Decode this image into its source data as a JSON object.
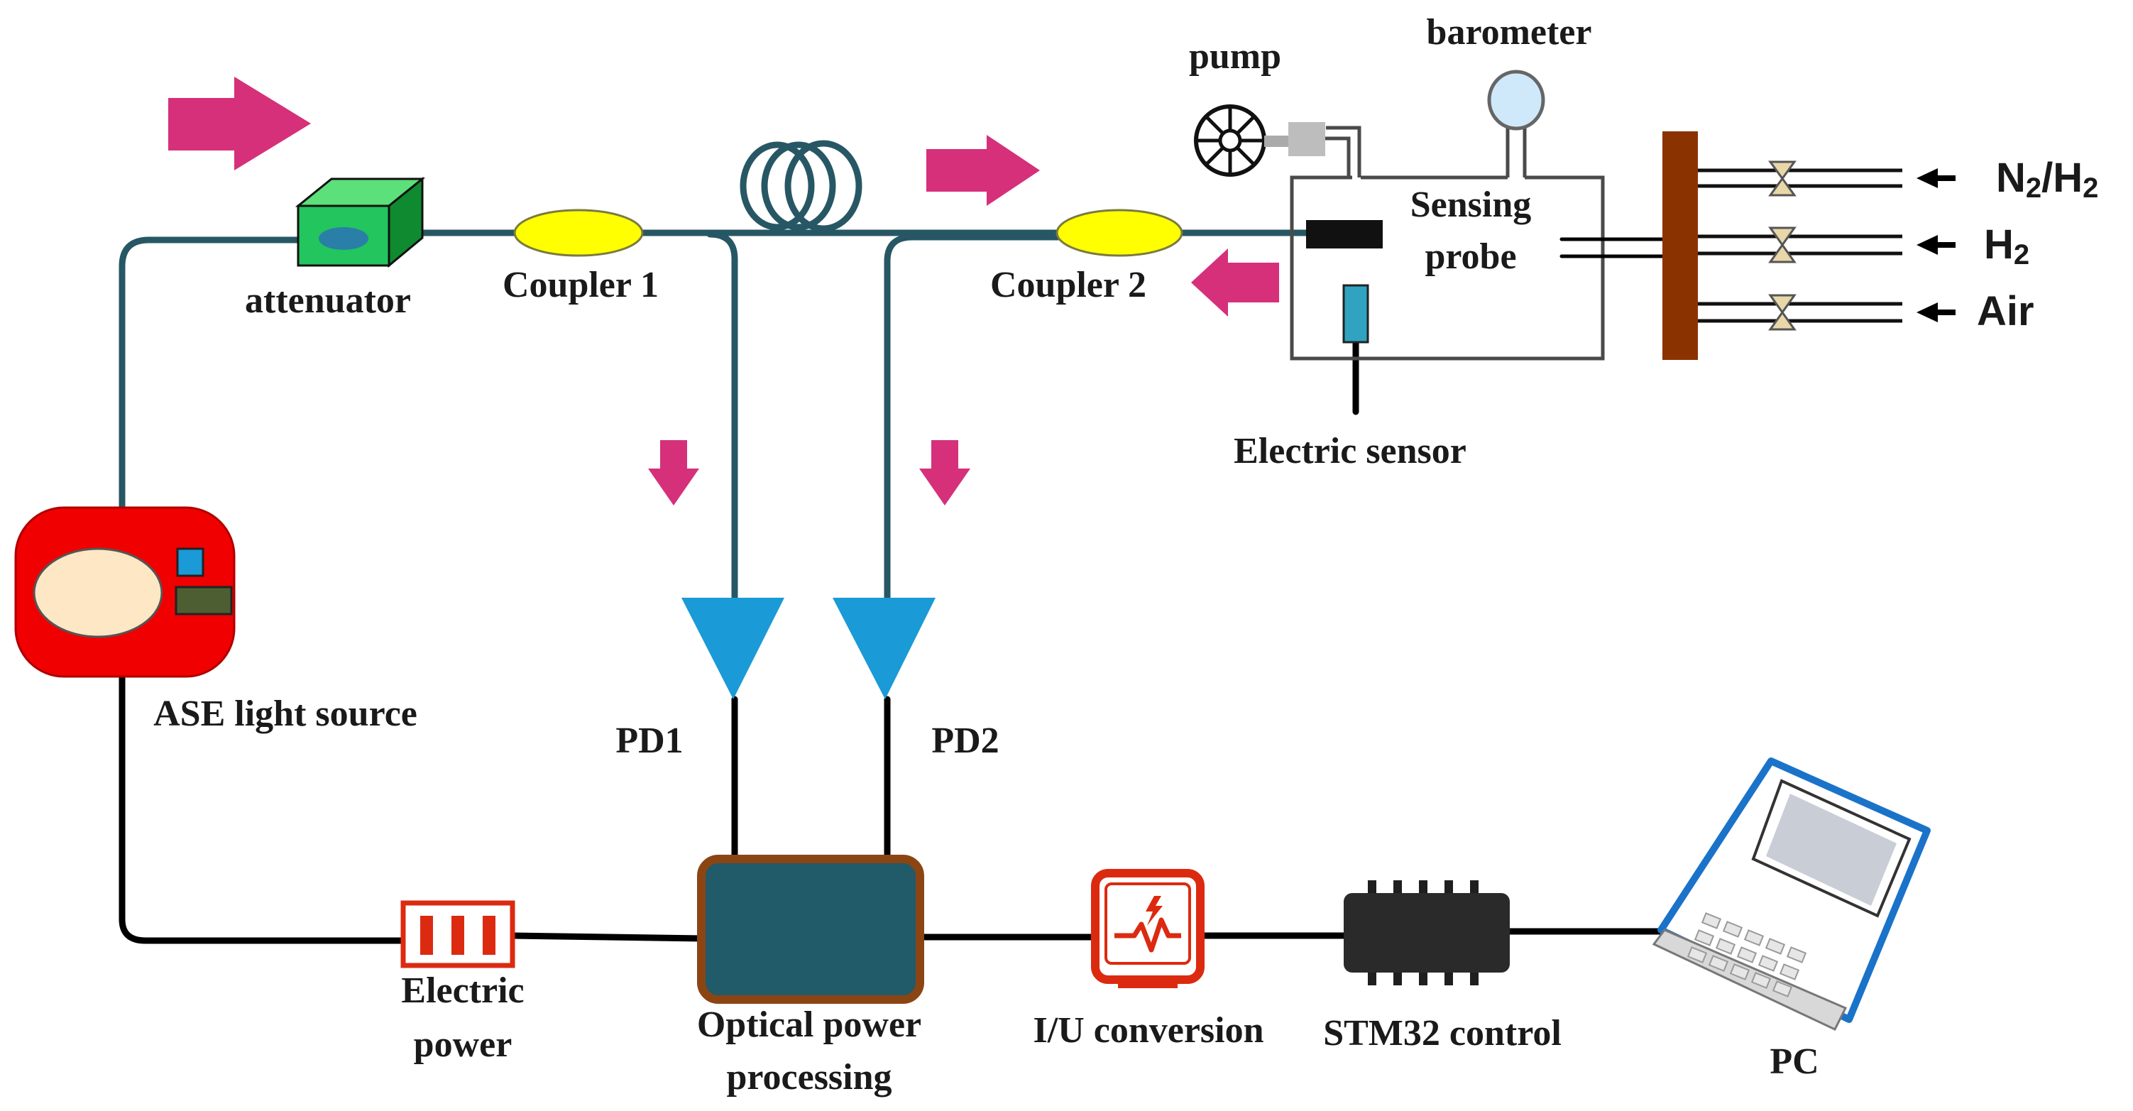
{
  "labels": {
    "attenuator": "attenuator",
    "coupler1": "Coupler 1",
    "coupler2": "Coupler 2",
    "pump": "pump",
    "barometer": "barometer",
    "sensing_line1": "Sensing",
    "sensing_line2": "probe",
    "electric_sensor": "Electric sensor",
    "ase": "ASE light source",
    "pd1": "PD1",
    "pd2": "PD2",
    "electric_power_line1": "Electric",
    "electric_power_line2": "power",
    "optical_line1": "Optical power",
    "optical_line2": "processing",
    "iu": "I/U conversion",
    "stm32": "STM32 control",
    "pc": "PC"
  },
  "gases": [
    {
      "base": "N",
      "sub": "2",
      "mid": "/H",
      "sub2": "2"
    },
    {
      "base": "H",
      "sub": "2",
      "mid": "",
      "sub2": ""
    },
    {
      "base": "Air",
      "sub": "",
      "mid": "",
      "sub2": ""
    }
  ],
  "colors": {
    "fiber": "#275764",
    "arrow": "#d6307a",
    "coupler": "#ffff00",
    "photodiode": "#1a9ad6",
    "ase_body": "#f00000",
    "attenuator": "#22c55e",
    "processing_fill": "#215a69",
    "processing_border": "#8b4513",
    "manifold": "#8b3300",
    "iu_border": "#dc2a10",
    "laptop_frame": "#1a73c9"
  }
}
